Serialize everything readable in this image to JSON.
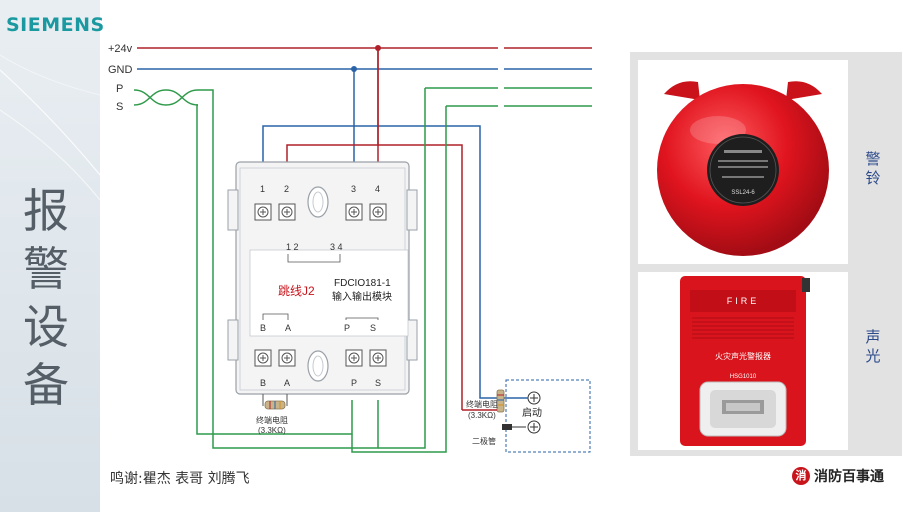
{
  "brand": {
    "name": "SIEMENS",
    "color": "#1a9aa0"
  },
  "slide": {
    "title": "报警设备"
  },
  "bus": {
    "v24": "+24v",
    "gnd": "GND",
    "p": "P",
    "s": "S"
  },
  "module": {
    "model": "FDCIO181-1",
    "name": "输入输出模块",
    "jumper": "跳线J2",
    "top_terminals": [
      "1",
      "2",
      "3",
      "4"
    ],
    "bottom_terminals": [
      "B",
      "A",
      "P",
      "S"
    ],
    "inner_top_left": "1 2",
    "inner_top_right": "3 4",
    "inner_bottom_left_a": "B",
    "inner_bottom_left_b": "A",
    "inner_bottom_right_a": "P",
    "inner_bottom_right_b": "S",
    "resistor_label_1": "终端电阻",
    "resistor_label_2": "(3.3KΩ)"
  },
  "side_circuit": {
    "resistor_label_1": "终端电阻",
    "resistor_label_2": "(3.3KΩ)",
    "diode_label": "二极管",
    "start_label": "启动"
  },
  "credits": "鸣谢:瞿杰  表哥  刘腾飞",
  "devices": {
    "bell_label": "警铃",
    "bell_model": "SSL24-6",
    "strobe_label": "声光",
    "strobe_fire": "FIRE",
    "strobe_name": "火灾声光警报器",
    "strobe_model": "HSG1010"
  },
  "footer": {
    "brand": "消防百事通",
    "logo": "消"
  },
  "colors": {
    "wire_red": "#b0202a",
    "wire_blue": "#2a63a8",
    "wire_green": "#2f9a4a",
    "wire_grey": "#6b7480"
  }
}
